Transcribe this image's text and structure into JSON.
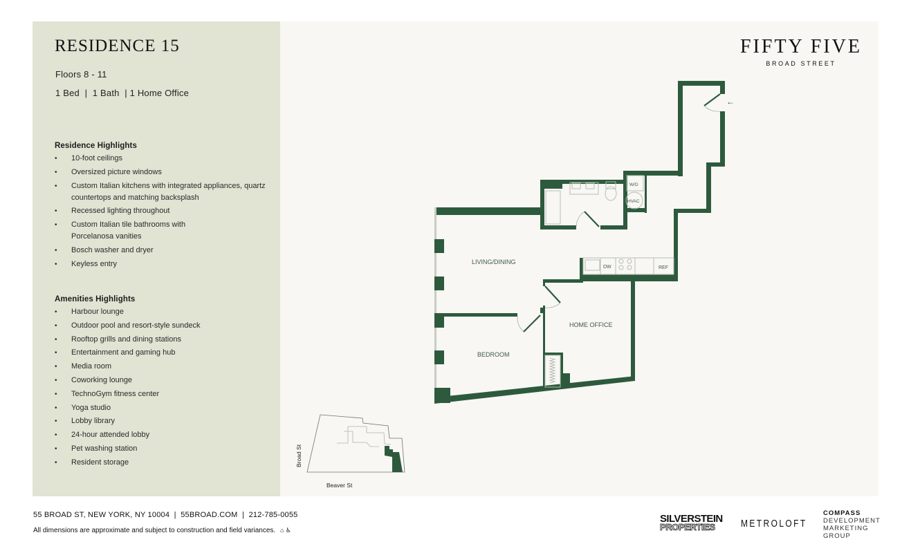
{
  "residence": {
    "title": "RESIDENCE 15",
    "floors": "Floors 8 - 11",
    "summary": "1 Bed  |  1 Bath  | 1 Home Office"
  },
  "residence_highlights": {
    "heading": "Residence Highlights",
    "items": [
      "10-foot ceilings",
      "Oversized picture windows",
      "Custom Italian kitchens with integrated appliances, quartz countertops and matching backsplash",
      "Recessed lighting throughout",
      "Custom Italian tile bathrooms with Porcelanosa vanities",
      "Bosch washer and dryer",
      "Keyless entry"
    ]
  },
  "amenities_highlights": {
    "heading": "Amenities Highlights",
    "items": [
      "Harbour lounge",
      "Outdoor pool and resort-style sundeck",
      "Rooftop grills and dining stations",
      "Entertainment and gaming hub",
      "Media room",
      "Coworking lounge",
      "TechnoGym fitness center",
      "Yoga studio",
      "Lobby library",
      "24-hour attended lobby",
      "Pet washing station",
      "Resident storage"
    ]
  },
  "brand": {
    "name": "FIFTY FIVE",
    "subtitle": "BROAD STREET"
  },
  "floorplan": {
    "wall_color": "#2d5a3d",
    "rooms": {
      "living": "LIVING/DINING",
      "bedroom": "BEDROOM",
      "office": "HOME OFFICE"
    },
    "fixtures": {
      "washer_dryer": "W/D",
      "hvac": "HVAC",
      "dishwasher": "DW",
      "refrigerator": "REF"
    },
    "entry_arrow": "←"
  },
  "keyplan": {
    "street_west": "Broad St",
    "street_south": "Beaver St"
  },
  "footer": {
    "address_line": "55 BROAD ST, NEW YORK, NY 10004  |  55BROAD.COM  |  212-785-0055",
    "disclaimer": "All dimensions are approximate and subject to construction and field variances.",
    "icons": "⌂ ♿"
  },
  "logos": {
    "silverstein_1": "SILVERSTEIN",
    "silverstein_2": "PROPERTIES",
    "metroloft": "METROLOFT",
    "compass_1": "COMPASS",
    "compass_2": "DEVELOPMENT",
    "compass_3": "MARKETING",
    "compass_4": "GROUP"
  },
  "colors": {
    "sidebar_bg": "#e1e3d3",
    "sheet_bg": "#f8f7f3",
    "wall_green": "#2d5a3d"
  }
}
